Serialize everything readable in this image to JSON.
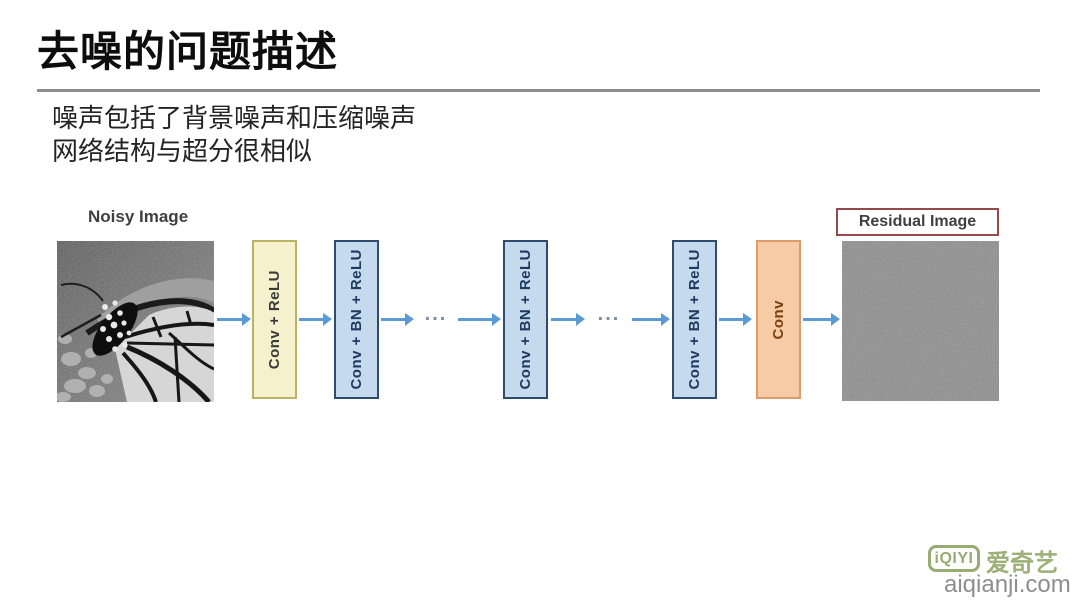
{
  "slide": {
    "title": "去噪的问题描述",
    "body_lines": {
      "0": "噪声包括了背景噪声和压缩噪声",
      "1": "网络结构与超分很相似"
    }
  },
  "diagram": {
    "input_label": "Noisy Image",
    "output_label": "Residual Image",
    "ellipsis": "...",
    "layers": {
      "0": {
        "label": "Conv + ReLU",
        "type": "conv-relu"
      },
      "1": {
        "label": "Conv + BN + ReLU",
        "type": "conv-bn-relu"
      },
      "2": {
        "label": "Conv + BN + ReLU",
        "type": "conv-bn-relu"
      },
      "3": {
        "label": "Conv + BN + ReLU",
        "type": "conv-bn-relu"
      },
      "4": {
        "label": "Conv",
        "type": "conv"
      }
    },
    "colors": {
      "arrow": "#5B9BD5",
      "conv_relu_fill": "#F5F1CD",
      "conv_relu_border": "#BCB264",
      "conv_bn_relu_fill": "#C5DAED",
      "conv_bn_relu_border": "#2F4B6E",
      "conv_fill": "#F6CBA6",
      "conv_border": "#DC9C6B",
      "residual_label_border": "#94494C"
    }
  },
  "footer": {
    "logo_badge": "iQIYI",
    "logo_cn": "爱奇艺",
    "site": "aiqianji.com",
    "logo_color": "#97ab72"
  }
}
